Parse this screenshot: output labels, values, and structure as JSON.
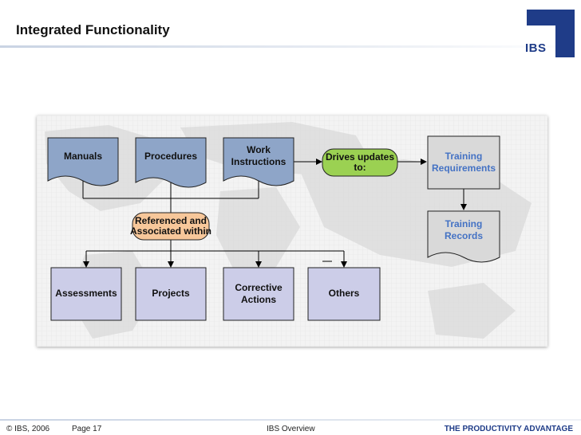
{
  "slide": {
    "title": "Integrated Functionality"
  },
  "logo": {
    "text": "IBS",
    "color": "#1f3c88"
  },
  "diagram": {
    "manuals": "Manuals",
    "procedures": "Procedures",
    "work_instructions": [
      "Work",
      "Instructions"
    ],
    "drives_updates": [
      "Drives updates",
      "to:"
    ],
    "training_requirements": [
      "Training",
      "Requirements"
    ],
    "training_records": [
      "Training",
      "Records"
    ],
    "referenced": [
      "Referenced and",
      "Associated within"
    ],
    "assessments": "Assessments",
    "projects": "Projects",
    "corrective_actions": [
      "Corrective",
      "Actions"
    ],
    "others": "Others"
  },
  "colors": {
    "doc_fill": "#8ea5c8",
    "record_fill": "#cccde8",
    "training_fill": "#d9d9d9",
    "drives_fill": "#9bd152",
    "referenced_fill": "#f7c79a",
    "training_text": "#4472c4"
  },
  "footer": {
    "copyright": "© IBS, 2006",
    "page": "Page 17",
    "center": "IBS Overview",
    "tagline": "THE PRODUCTIVITY ADVANTAGE"
  }
}
